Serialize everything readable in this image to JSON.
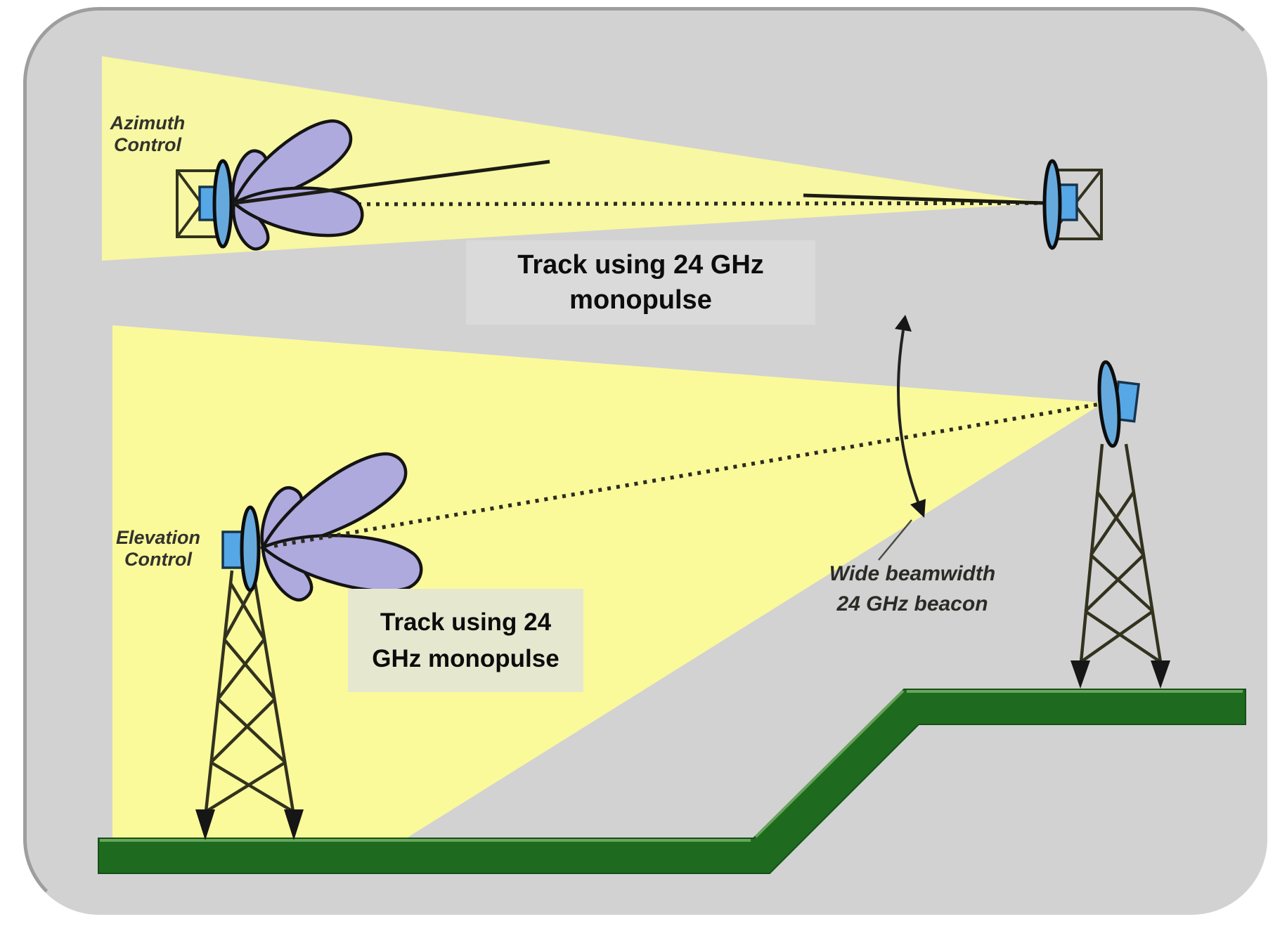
{
  "diagram": {
    "azimuth": {
      "label_line1": "Azimuth",
      "label_line2": "Control",
      "caption_line1": "Track using 24 GHz",
      "caption_line2": "monopulse"
    },
    "elevation": {
      "label_line1": "Elevation",
      "label_line2": "Control",
      "caption_line1": "Track using 24",
      "caption_line2": "GHz monopulse",
      "beacon_line1": "Wide beamwidth",
      "beacon_line2": "24 GHz beacon"
    }
  },
  "colors": {
    "panel": "#d2d2d3",
    "yellow_top": "#f8f7a3",
    "yellow_bottom": "#fbfa9b",
    "purple": "#aeaade",
    "blue": "#55a7e6",
    "dish_blue": "#66aadd",
    "green": "#1e6b1f",
    "dark_line": "#32321e",
    "caption_bg_top": "#dadada",
    "caption_bg_bottom": "#e5e8cf",
    "ink": "#111111"
  }
}
